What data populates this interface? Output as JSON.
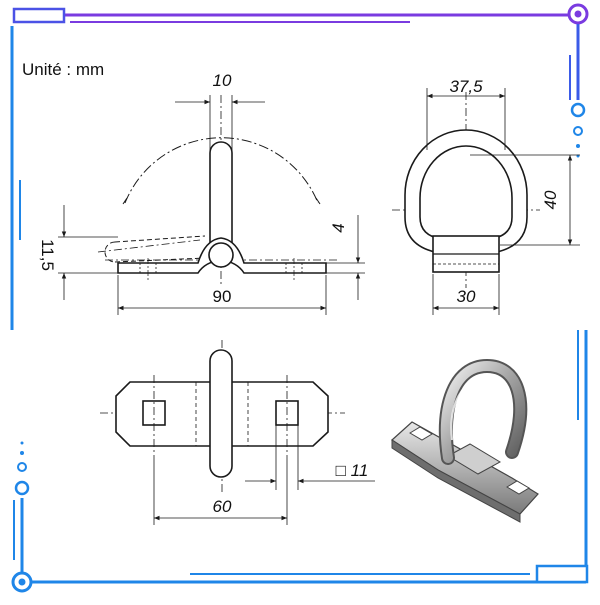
{
  "unit_label": "Unité : mm",
  "colors": {
    "frame_blue": "#1f86e8",
    "frame_purple": "#7a3be0",
    "drawing_line": "#1a1a1a",
    "background": "#ffffff"
  },
  "dimensions": {
    "side_view": {
      "thickness": "10",
      "height": "11,5",
      "length": "90",
      "plate": "4"
    },
    "front_view": {
      "outer_width": "37,5",
      "height": "40",
      "base_width": "30"
    },
    "top_view": {
      "hole_spacing": "60",
      "square_hole": "□ 11"
    }
  }
}
